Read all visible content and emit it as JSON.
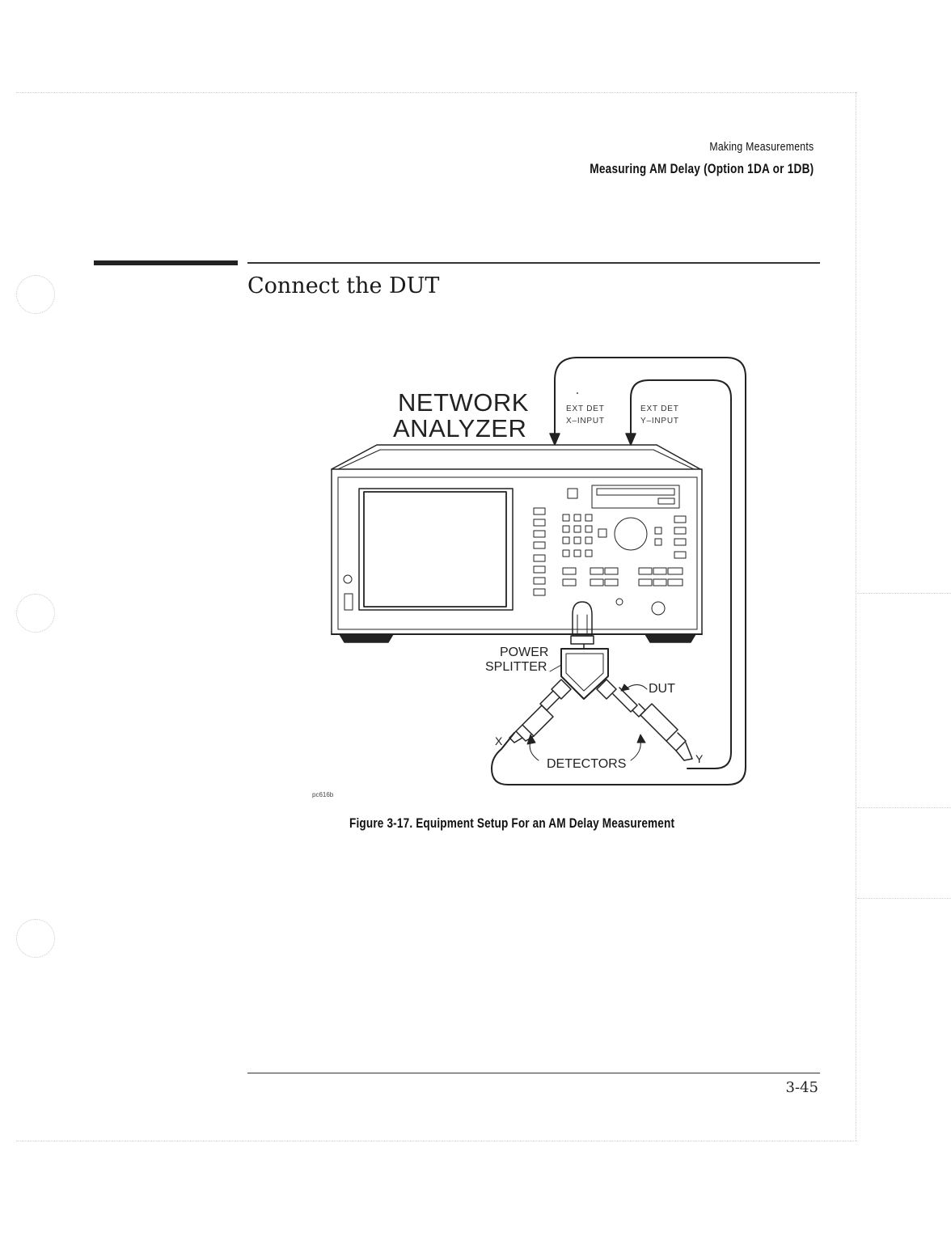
{
  "header": {
    "section": "Making Measurements",
    "subsection": "Measuring AM Delay (Option 1DA or 1DB)"
  },
  "heading": "Connect the DUT",
  "figure": {
    "labels": {
      "network_line1": "NETWORK",
      "network_line2": "ANALYZER",
      "ext_det_x_line1": "EXT DET",
      "ext_det_x_line2": "X–INPUT",
      "ext_det_y_line1": "EXT DET",
      "ext_det_y_line2": "Y–INPUT",
      "power_line1": "POWER",
      "power_line2": "SPLITTER",
      "dut": "DUT",
      "detectors": "DETECTORS",
      "x": "X",
      "y": "Y"
    },
    "code": "pc616b",
    "caption": "Figure 3-17. Equipment Setup For an AM Delay Measurement"
  },
  "footer": {
    "page_number": "3-45"
  }
}
